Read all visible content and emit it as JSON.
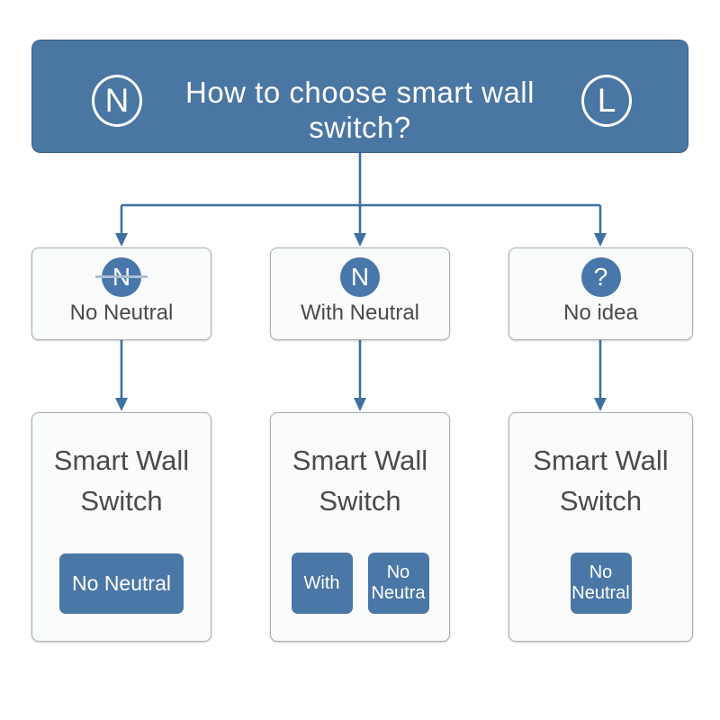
{
  "header": {
    "badge_left": "N",
    "badge_right": "L",
    "title_line1": "How to choose smart wall",
    "title_line2": "switch?"
  },
  "options": [
    {
      "icon": "no-neutral-icon",
      "icon_letter": "N",
      "label": "No Neutral"
    },
    {
      "icon": "with-neutral-icon",
      "icon_letter": "N",
      "label": "With Neutral"
    },
    {
      "icon": "question-icon",
      "icon_letter": "?",
      "label": "No idea"
    }
  ],
  "results": [
    {
      "title_line1": "Smart Wall",
      "title_line2": "Switch",
      "buttons": [
        {
          "lines": [
            "No Neutral"
          ]
        }
      ]
    },
    {
      "title_line1": "Smart Wall",
      "title_line2": "Switch",
      "buttons": [
        {
          "lines": [
            "With"
          ]
        },
        {
          "lines": [
            "No",
            "Neutra"
          ]
        }
      ]
    },
    {
      "title_line1": "Smart Wall",
      "title_line2": "Switch",
      "buttons": [
        {
          "lines": [
            "No",
            "Neutral"
          ]
        }
      ]
    }
  ],
  "colors": {
    "header_blue": "#4a76a4",
    "icon_blue": "#4878ab",
    "button_blue": "#4a77a6",
    "arrow_blue": "#3e70a1",
    "box_border": "#a6aeb6",
    "box_bg": "#fafbfb",
    "text_dark": "#4a4a4a",
    "strike_line": "#aabfd6"
  }
}
